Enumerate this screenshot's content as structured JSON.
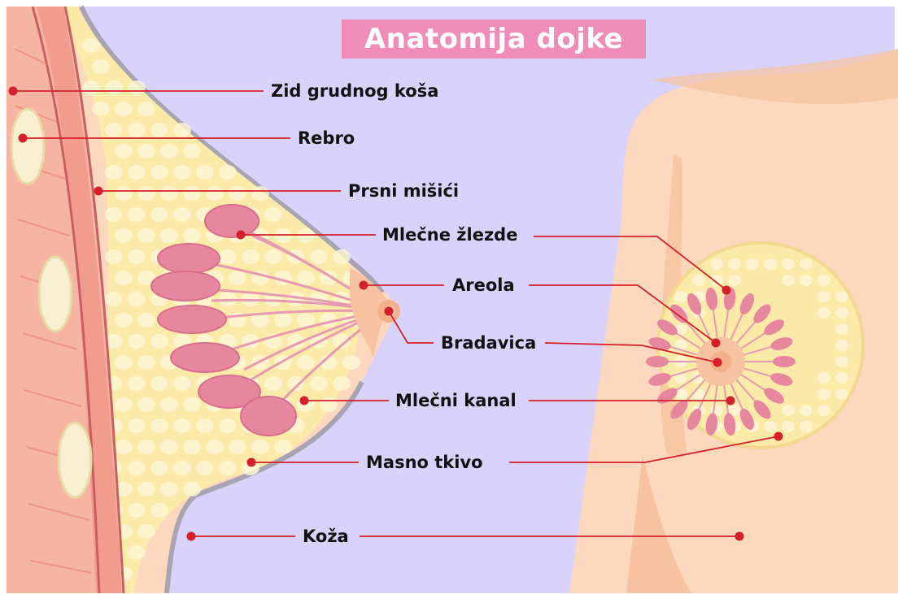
{
  "title": "Anatomija dojke",
  "colors": {
    "background": "#d9d2fb",
    "skin": "#fbd8be",
    "skin_shadow": "#f7c3a0",
    "fat": "#fbeaa8",
    "fat_cells": "#fff6d6",
    "muscle": "#f29c8e",
    "gland": "#e6879e",
    "leader_line": "#d51f2a",
    "title_bg": "#f08cb8"
  },
  "labels": [
    {
      "id": "chest-wall",
      "text": "Zid grudnog koša"
    },
    {
      "id": "rib",
      "text": "Rebro"
    },
    {
      "id": "pectoral-muscles",
      "text": "Prsni mišići"
    },
    {
      "id": "mammary-glands",
      "text": "Mlečne žlezde"
    },
    {
      "id": "areola",
      "text": "Areola"
    },
    {
      "id": "nipple",
      "text": "Bradavica"
    },
    {
      "id": "milk-duct",
      "text": "Mlečni kanal"
    },
    {
      "id": "fatty-tissue",
      "text": "Masno tkivo"
    },
    {
      "id": "skin",
      "text": "Koža"
    }
  ]
}
